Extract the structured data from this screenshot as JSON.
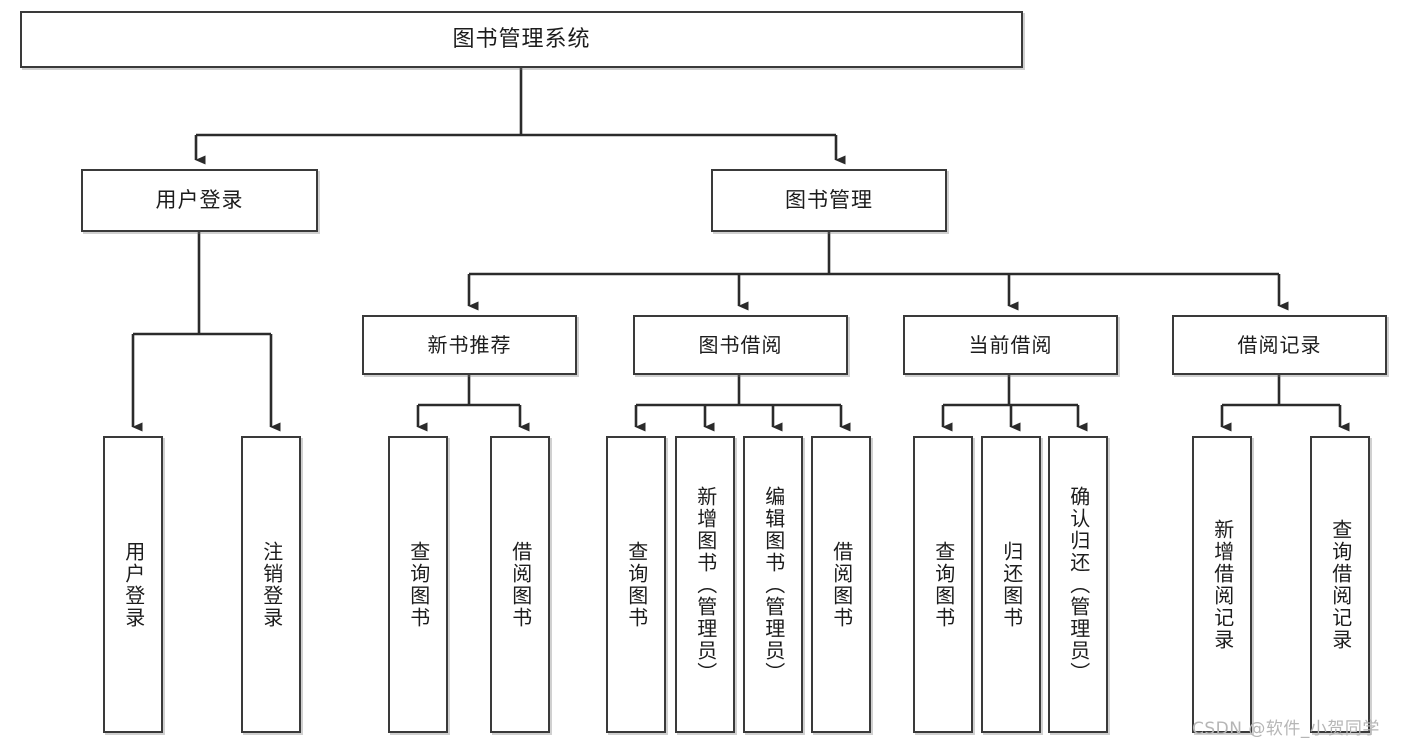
{
  "diagram": {
    "title": "图书管理系统",
    "type": "功能结构图",
    "watermark": "CSDN @软件_小贺同学",
    "style": {
      "box_border_color": "#3a3a3a",
      "box_fill": "#ffffff",
      "line_color": "#2b2b2b",
      "page_background": "#ffffff",
      "watermark_color": "#b6b6b6"
    }
  },
  "nodes": {
    "root": {
      "id": "root",
      "label": "图书管理系统",
      "level": 1
    },
    "level2": [
      {
        "id": "user-login",
        "label": "用户登录",
        "level": 2
      },
      {
        "id": "book-manage",
        "label": "图书管理",
        "level": 2
      }
    ],
    "level3": [
      {
        "id": "new-book-recommend",
        "label": "新书推荐",
        "level": 3,
        "parent": "book-manage"
      },
      {
        "id": "book-borrow",
        "label": "图书借阅",
        "level": 3,
        "parent": "book-manage"
      },
      {
        "id": "current-borrow",
        "label": "当前借阅",
        "level": 3,
        "parent": "book-manage"
      },
      {
        "id": "borrow-record",
        "label": "借阅记录",
        "level": 3,
        "parent": "book-manage"
      }
    ],
    "leaves": [
      {
        "id": "leaf-user-login",
        "label": "用户登录",
        "parent": "user-login"
      },
      {
        "id": "leaf-logout-login",
        "label": "注销登录",
        "parent": "user-login"
      },
      {
        "id": "leaf-query-book-rec",
        "label": "查询图书",
        "parent": "new-book-recommend"
      },
      {
        "id": "leaf-borrow-book-rec",
        "label": "借阅图书",
        "parent": "new-book-recommend"
      },
      {
        "id": "leaf-query-book-borrow",
        "label": "查询图书",
        "parent": "book-borrow"
      },
      {
        "id": "leaf-add-book-admin",
        "label": "新增图书（管理员）",
        "parent": "book-borrow"
      },
      {
        "id": "leaf-edit-book-admin",
        "label": "编辑图书（管理员）",
        "parent": "book-borrow"
      },
      {
        "id": "leaf-borrow-book",
        "label": "借阅图书",
        "parent": "book-borrow"
      },
      {
        "id": "leaf-query-book-current",
        "label": "查询图书",
        "parent": "current-borrow"
      },
      {
        "id": "leaf-return-book",
        "label": "归还图书",
        "parent": "current-borrow"
      },
      {
        "id": "leaf-confirm-return-admin",
        "label": "确认归还（管理员）",
        "parent": "current-borrow"
      },
      {
        "id": "leaf-add-borrow-record",
        "label": "新增借阅记录",
        "parent": "borrow-record"
      },
      {
        "id": "leaf-query-borrow-record",
        "label": "查询借阅记录",
        "parent": "borrow-record"
      }
    ]
  }
}
